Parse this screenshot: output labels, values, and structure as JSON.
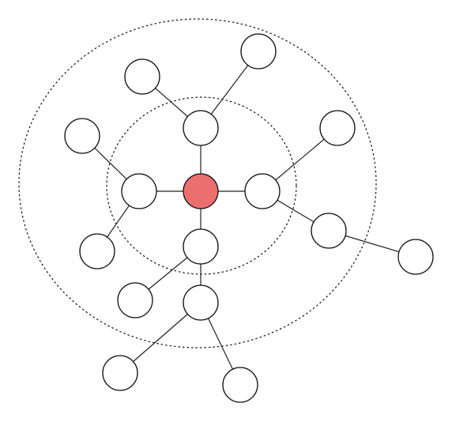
{
  "diagram": {
    "type": "graph",
    "colors": {
      "background": "#ffffff",
      "center_fill": "#ec6f6f",
      "node_fill": "#ffffff",
      "stroke": "#111111"
    },
    "nodes": [
      {
        "id": "center",
        "role": "center"
      },
      {
        "id": "n-top",
        "role": "neighbor-1"
      },
      {
        "id": "n-left",
        "role": "neighbor-1"
      },
      {
        "id": "n-right",
        "role": "neighbor-1"
      },
      {
        "id": "n-bottom",
        "role": "neighbor-1"
      },
      {
        "id": "t-top-left",
        "role": "neighbor-2"
      },
      {
        "id": "t-top-right",
        "role": "neighbor-2"
      },
      {
        "id": "l-upper",
        "role": "neighbor-2"
      },
      {
        "id": "l-lower",
        "role": "neighbor-2"
      },
      {
        "id": "r-upper",
        "role": "neighbor-2"
      },
      {
        "id": "r-mid",
        "role": "neighbor-2"
      },
      {
        "id": "r-far",
        "role": "neighbor-3"
      },
      {
        "id": "b-left",
        "role": "neighbor-2"
      },
      {
        "id": "b-hub",
        "role": "neighbor-2"
      },
      {
        "id": "b-bottom-left",
        "role": "neighbor-3"
      },
      {
        "id": "b-bottom-right",
        "role": "neighbor-3"
      }
    ],
    "edges": [
      [
        "center",
        "n-top"
      ],
      [
        "center",
        "n-left"
      ],
      [
        "center",
        "n-right"
      ],
      [
        "center",
        "n-bottom"
      ],
      [
        "n-top",
        "t-top-left"
      ],
      [
        "n-top",
        "t-top-right"
      ],
      [
        "n-left",
        "l-upper"
      ],
      [
        "n-left",
        "l-lower"
      ],
      [
        "n-right",
        "r-upper"
      ],
      [
        "n-right",
        "r-mid"
      ],
      [
        "r-mid",
        "r-far"
      ],
      [
        "n-bottom",
        "b-left"
      ],
      [
        "n-bottom",
        "b-hub"
      ],
      [
        "b-hub",
        "b-bottom-left"
      ],
      [
        "b-hub",
        "b-bottom-right"
      ]
    ],
    "rings": [
      {
        "id": "inner-ring",
        "style": "dotted"
      },
      {
        "id": "outer-ring",
        "style": "dotted"
      }
    ]
  }
}
